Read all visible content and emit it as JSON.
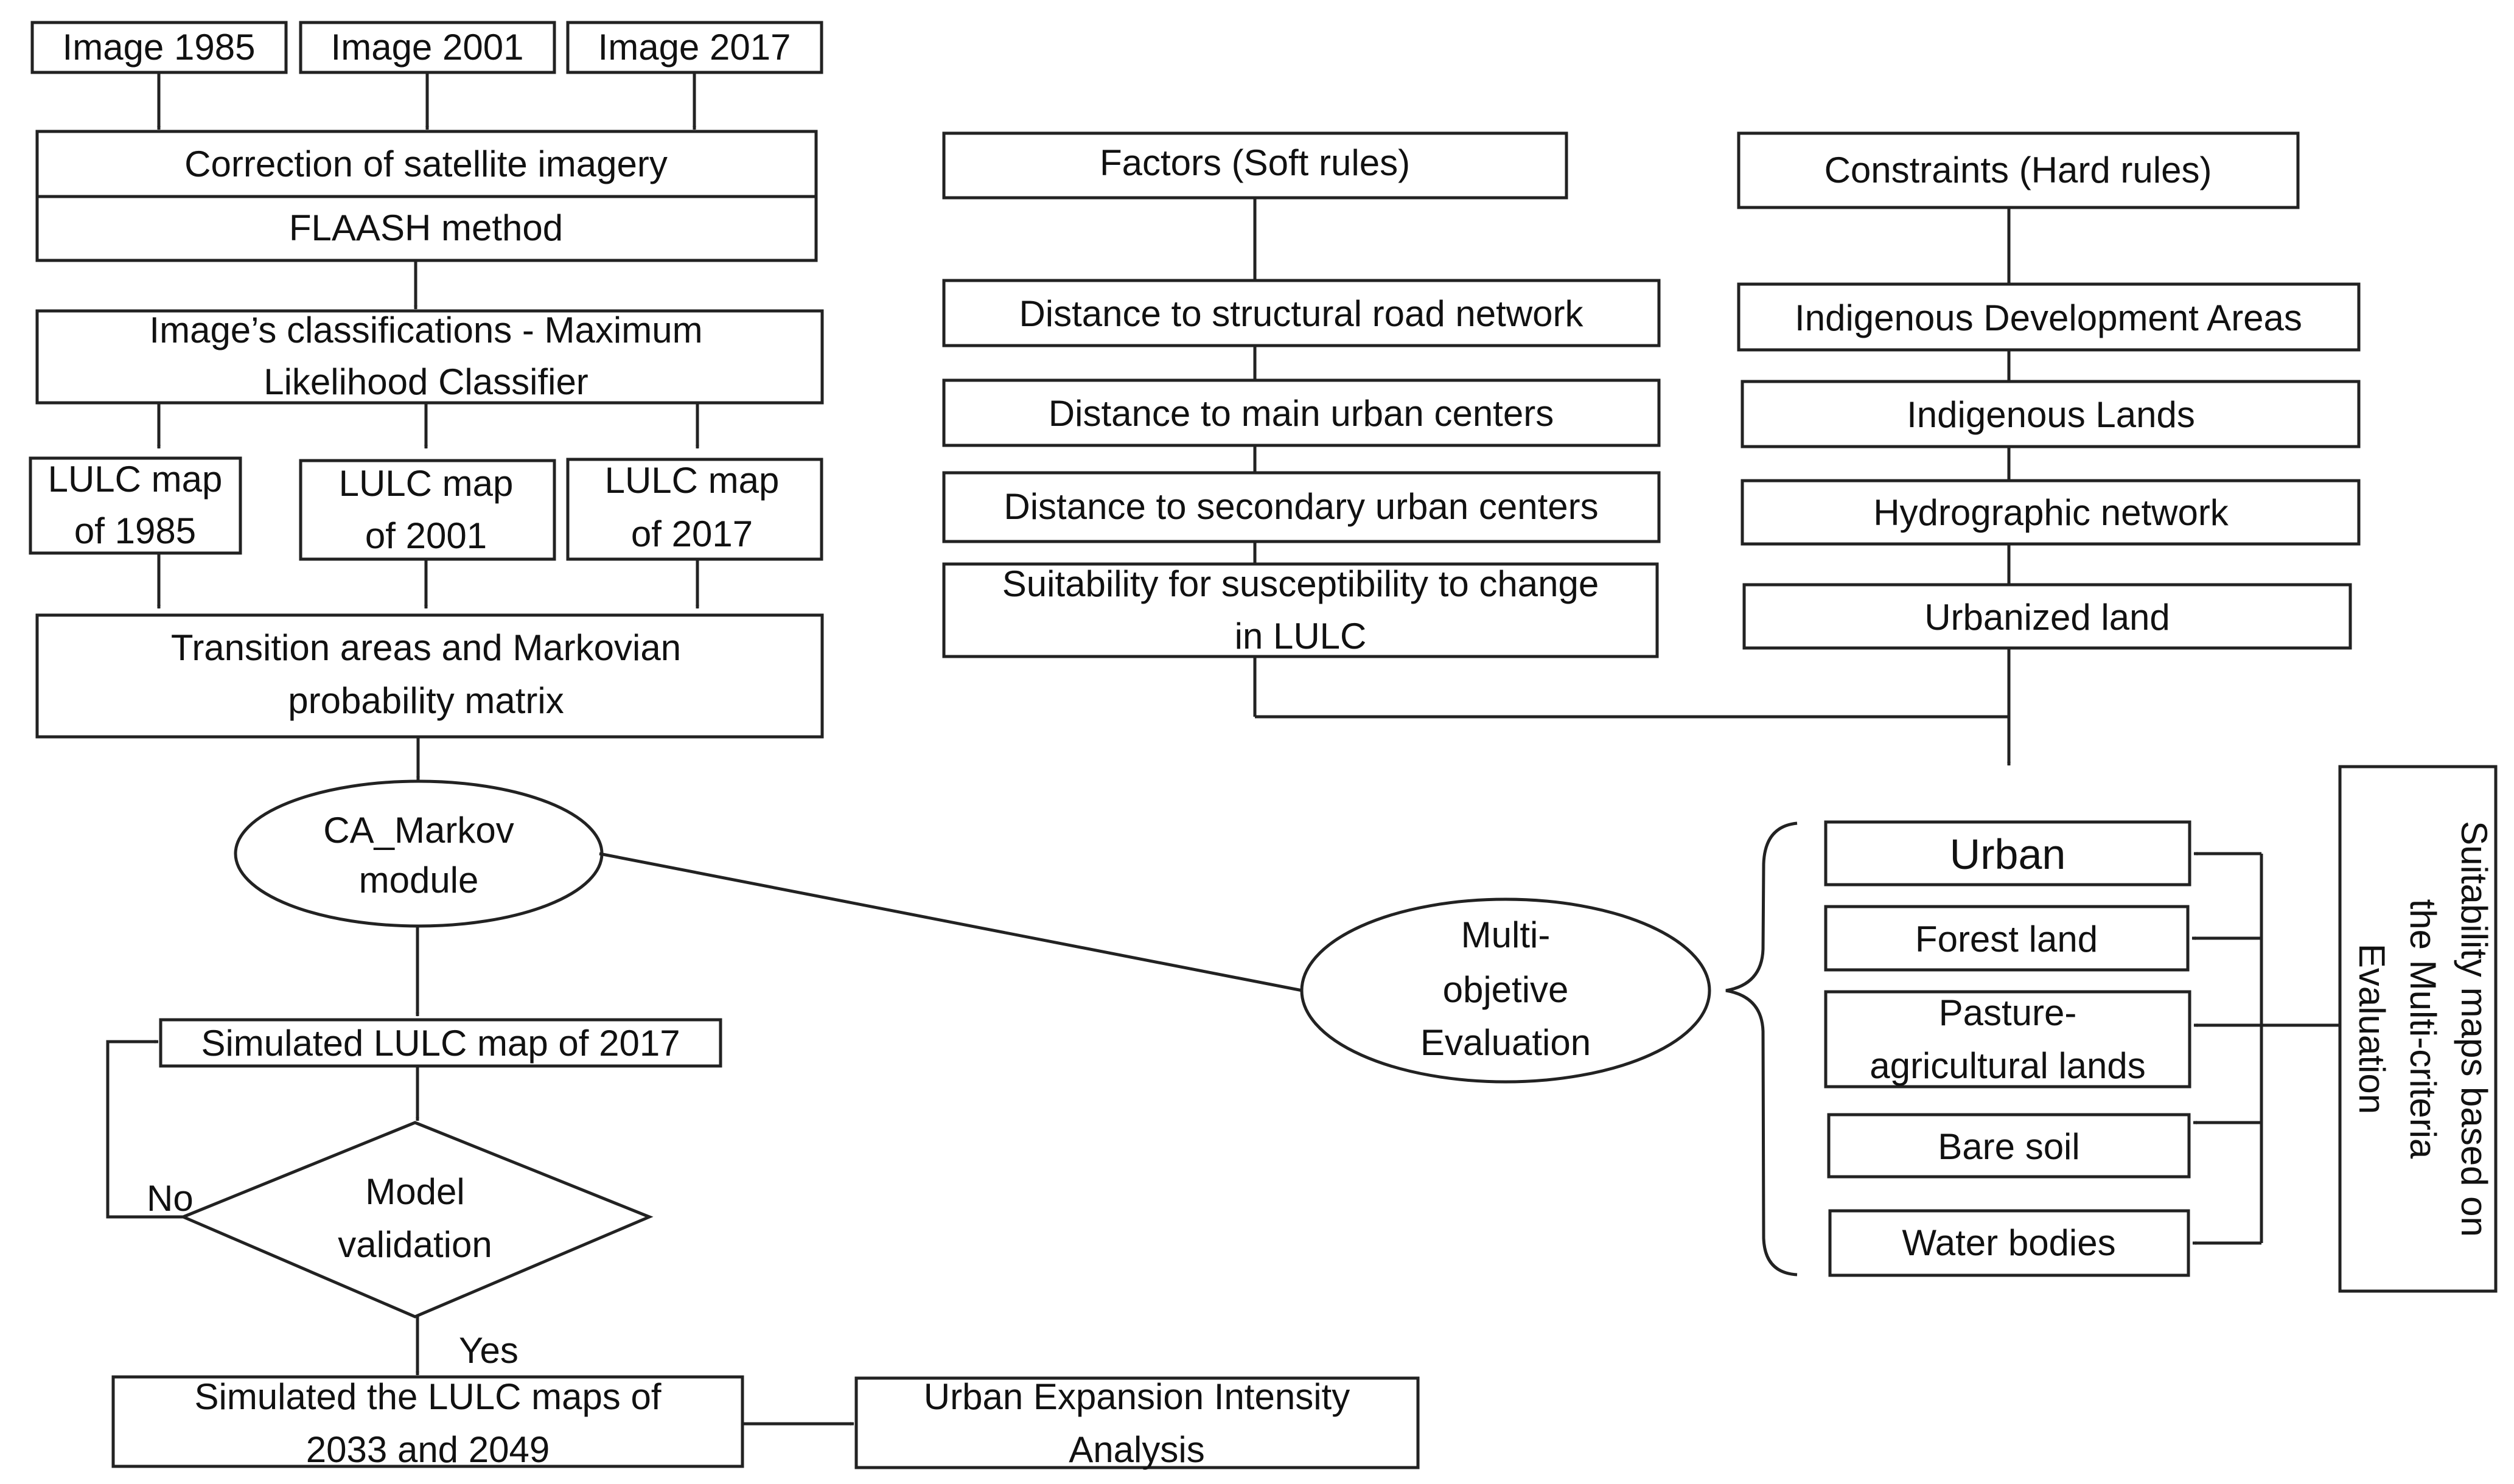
{
  "images": {
    "y1985": "Image 1985",
    "y2001": "Image 2001",
    "y2017": "Image 2017"
  },
  "correction": {
    "title": "Correction of satellite imagery",
    "method": "FLAASH method"
  },
  "classification": {
    "line1": "Image’s classifications - Maximum",
    "line2": "Likelihood Classifier"
  },
  "lulc_maps": [
    {
      "line1": "LULC map",
      "line2": "of 1985"
    },
    {
      "line1": "LULC  map",
      "line2": "of 2001"
    },
    {
      "line1": "LULC map",
      "line2": "of 2017"
    }
  ],
  "transition": {
    "line1": "Transition areas and Markovian",
    "line2": "probability matrix"
  },
  "ca_markov": {
    "line1": "CA_Markov",
    "line2": "module"
  },
  "simulated_2017": "Simulated LULC map of 2017",
  "validation": {
    "line1": "Model",
    "line2": "validation"
  },
  "branch": {
    "no": "No",
    "yes": "Yes"
  },
  "simulated_future": {
    "line1": "Simulated the LULC maps of",
    "line2": "2033 and 2049"
  },
  "urban_expansion": {
    "line1": "Urban Expansion Intensity",
    "line2": "Analysis"
  },
  "factors": {
    "title": "Factors (Soft rules)",
    "items": [
      "Distance to structural road network",
      "Distance to main urban centers",
      "Distance to secondary urban centers"
    ],
    "suitability": {
      "line1": "Suitability for susceptibility to change",
      "line2": "in LULC"
    }
  },
  "constraints": {
    "title": "Constraints (Hard rules)",
    "items": [
      "Indigenous Development Areas",
      "Indigenous Lands",
      "Hydrographic network",
      "Urbanized land"
    ]
  },
  "moe": {
    "line1": "Multi-",
    "line2": "objetive",
    "line3": "Evaluation"
  },
  "suitability_classes": {
    "urban": "Urban",
    "forest": "Forest land",
    "pasture_line1": "Pasture-",
    "pasture_line2": "agricultural lands",
    "bare": "Bare soil",
    "water": "Water bodies"
  },
  "suitability_maps": {
    "line1": "Suitability maps based on",
    "line2": "the Multi-criteria",
    "line3": "Evaluation"
  }
}
